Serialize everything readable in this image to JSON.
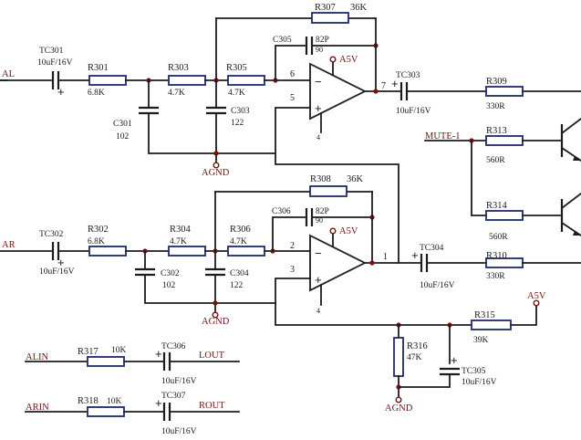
{
  "inputs": {
    "al": "AL",
    "ar": "AR",
    "alin": "ALIN",
    "arin": "ARIN",
    "mute": "MUTE-1"
  },
  "outputs": {
    "lout": "LOUT",
    "rout": "ROUT"
  },
  "supply": {
    "a5v_top": "A5V",
    "a5v_bottom": "A5V",
    "a5v_right": "A5V",
    "agnd_top": "AGND",
    "agnd_bottom": "AGND",
    "agnd_right": "AGND"
  },
  "components": {
    "tc301": {
      "ref": "TC301",
      "value": "10uF/16V"
    },
    "r301": {
      "ref": "R301",
      "value": "6.8K"
    },
    "c301": {
      "ref": "C301",
      "value": "102"
    },
    "r303": {
      "ref": "R303",
      "value": "4.7K"
    },
    "c303": {
      "ref": "C303",
      "value": "122"
    },
    "r305": {
      "ref": "R305",
      "value": "4.7K"
    },
    "r307": {
      "ref": "R307",
      "value": "36K"
    },
    "c305": {
      "ref": "C305",
      "value": "82P",
      "sub": "90"
    },
    "tc303": {
      "ref": "TC303",
      "value": "10uF/16V"
    },
    "r309": {
      "ref": "R309",
      "value": "330R"
    },
    "r313": {
      "ref": "R313",
      "value": "560R"
    },
    "r314": {
      "ref": "R314",
      "value": "560R"
    },
    "tc302": {
      "ref": "TC302",
      "value": "10uF/16V"
    },
    "r302": {
      "ref": "R302",
      "value": "6.8K"
    },
    "c302": {
      "ref": "C302",
      "value": "102"
    },
    "r304": {
      "ref": "R304",
      "value": "4.7K"
    },
    "c304": {
      "ref": "C304",
      "value": "122"
    },
    "r306": {
      "ref": "R306",
      "value": "4.7K"
    },
    "r308": {
      "ref": "R308",
      "value": "36K"
    },
    "c306": {
      "ref": "C306",
      "value": "82P",
      "sub": "90"
    },
    "tc304": {
      "ref": "TC304",
      "value": "10uF/16V"
    },
    "r310": {
      "ref": "R310",
      "value": "330R"
    },
    "r315": {
      "ref": "R315",
      "value": "39K"
    },
    "r316": {
      "ref": "R316",
      "value": "47K"
    },
    "tc305": {
      "ref": "TC305",
      "value": "10uF/16V"
    },
    "r317": {
      "ref": "R317",
      "value": "10K"
    },
    "tc306": {
      "ref": "TC306",
      "value": "10uF/16V"
    },
    "r318": {
      "ref": "R318",
      "value": "10K"
    },
    "tc307": {
      "ref": "TC307",
      "value": "10uF/16V"
    }
  },
  "opamps": {
    "top": {
      "pin_inv": "6",
      "pin_noninv": "5",
      "pin_out": "7",
      "pin_pwr": "4",
      "minus": "−",
      "plus": "+"
    },
    "bottom": {
      "pin_inv": "2",
      "pin_noninv": "3",
      "pin_out": "1",
      "pin_pwr": "4",
      "minus": "−",
      "plus": "+"
    }
  },
  "icons": [
    "op-amp-icon",
    "resistor-icon",
    "capacitor-icon",
    "electrolytic-capacitor-icon",
    "npn-transistor-icon",
    "junction-dot-icon",
    "supply-terminal-icon"
  ]
}
